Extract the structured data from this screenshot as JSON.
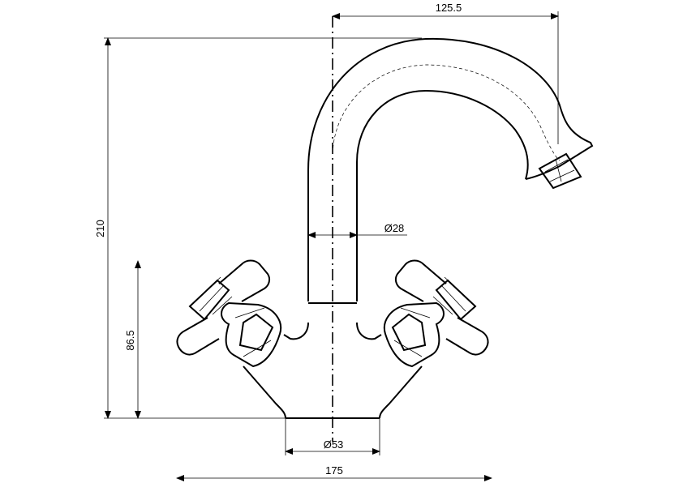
{
  "drawing": {
    "subject": "",
    "dimensions": {
      "spout_reach": "125.5",
      "overall_height": "210",
      "handle_height": "86.5",
      "pipe_diameter": "Ø28",
      "base_diameter": "Ø53",
      "overall_width": "175"
    },
    "colors": {
      "line": "#000000",
      "background": "#ffffff"
    }
  }
}
